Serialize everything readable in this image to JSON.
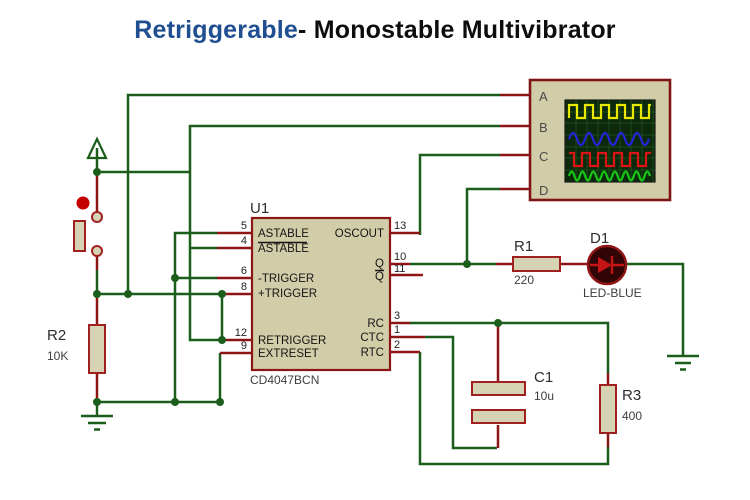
{
  "title": {
    "highlight": "Retriggerable",
    "rest": "- Monostable Multivibrator"
  },
  "ic": {
    "ref": "U1",
    "part": "CD4047BCN",
    "left_pins": [
      {
        "num": "5",
        "label": "ASTABLE"
      },
      {
        "num": "4",
        "label": "ASTABLE",
        "overline": true
      },
      {
        "num": "6",
        "label": "-TRIGGER"
      },
      {
        "num": "8",
        "label": "+TRIGGER"
      },
      {
        "num": "12",
        "label": "RETRIGGER"
      },
      {
        "num": "9",
        "label": "EXTRESET"
      }
    ],
    "right_pins": [
      {
        "num": "13",
        "label": "OSCOUT"
      },
      {
        "num": "10",
        "label": "Q"
      },
      {
        "num": "11",
        "label": "Q",
        "overline": true
      },
      {
        "num": "3",
        "label": "RC"
      },
      {
        "num": "1",
        "label": "CTC"
      },
      {
        "num": "2",
        "label": "RTC"
      }
    ]
  },
  "components": {
    "r1": {
      "ref": "R1",
      "value": "220"
    },
    "r2": {
      "ref": "R2",
      "value": "10K"
    },
    "r3": {
      "ref": "R3",
      "value": "400"
    },
    "c1": {
      "ref": "C1",
      "value": "10u"
    },
    "d1": {
      "ref": "D1",
      "value": "LED-BLUE"
    }
  },
  "oscilloscope": {
    "channels": [
      "A",
      "B",
      "C",
      "D"
    ]
  },
  "colors": {
    "title_blue": "#1f4e91",
    "wire_green": "#1b5e1b",
    "pin_red": "#8e1515",
    "component_fill": "#d6d2b4",
    "screen_bg": "#0c290c",
    "wave_yellow": "#e8e800",
    "wave_blue": "#2424dd",
    "wave_red": "#dd1515",
    "wave_green": "#17c517",
    "led_body": "#310505"
  }
}
